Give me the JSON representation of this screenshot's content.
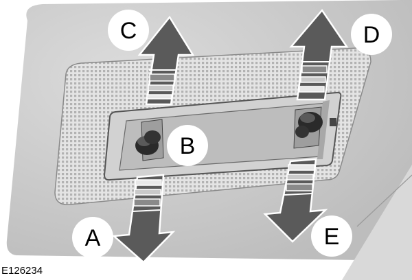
{
  "figure": {
    "code": "E126234"
  },
  "callouts": {
    "a": "A",
    "b": "B",
    "c": "C",
    "d": "D",
    "e": "E"
  },
  "colors": {
    "background_panel": "#cfcfcf",
    "lamp_texture": "#e3e3e3",
    "arrow_fill": "#5a5a5a",
    "arrow_stroke": "#ffffff",
    "callout_circle": "#ffffff",
    "outline": "#000000"
  }
}
